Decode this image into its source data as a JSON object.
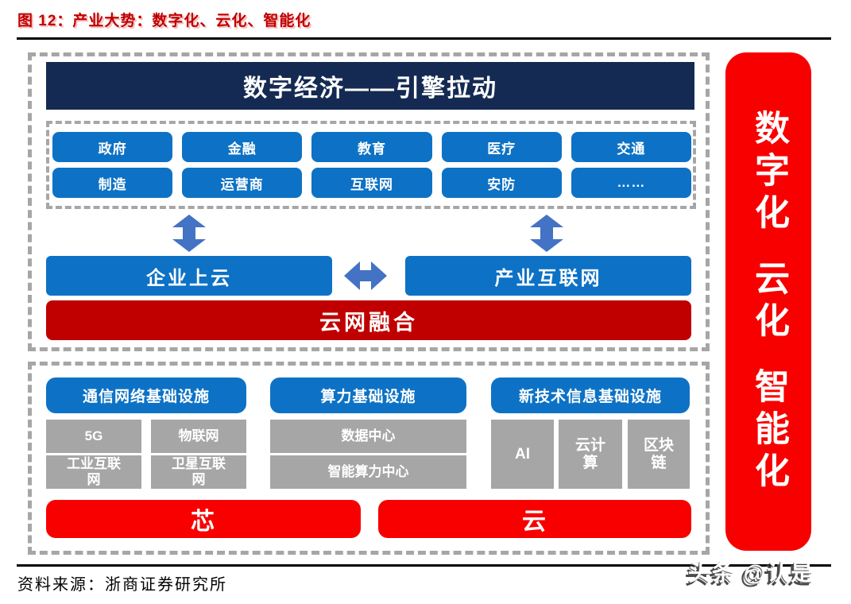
{
  "figure": {
    "title": "图 12：产业大势：数字化、云化、智能化",
    "source": "资料来源：浙商证券研究所",
    "watermark": "头条 @认是"
  },
  "colors": {
    "title_red": "#c00000",
    "navy": "#152a52",
    "blue": "#0d72c5",
    "arrow_blue": "#4472c4",
    "dark_red": "#c00000",
    "bright_red": "#f90000",
    "grey": "#a6a6a6"
  },
  "diagram": {
    "engine_header": "数字经济——引擎拉动",
    "industries": [
      "政府",
      "金融",
      "教育",
      "医疗",
      "交通",
      "制造",
      "运营商",
      "互联网",
      "安防",
      "……"
    ],
    "enterprise_cloud": "企业上云",
    "industry_internet": "产业互联网",
    "cloud_network_fusion": "云网融合",
    "infrastructure": [
      {
        "header": "通信网络基础设施",
        "items": [
          "5G",
          "物联网",
          "工业互联网",
          "卫星互联网"
        ]
      },
      {
        "header": "算力基础设施",
        "items": [
          "数据中心",
          "智能算力中心"
        ]
      },
      {
        "header": "新技术信息基础设施",
        "items": [
          "AI",
          "云计算",
          "区块链"
        ]
      }
    ],
    "chips": [
      "芯",
      "云"
    ],
    "banner": {
      "words": [
        "数字化",
        "云化",
        "智能化"
      ]
    }
  }
}
